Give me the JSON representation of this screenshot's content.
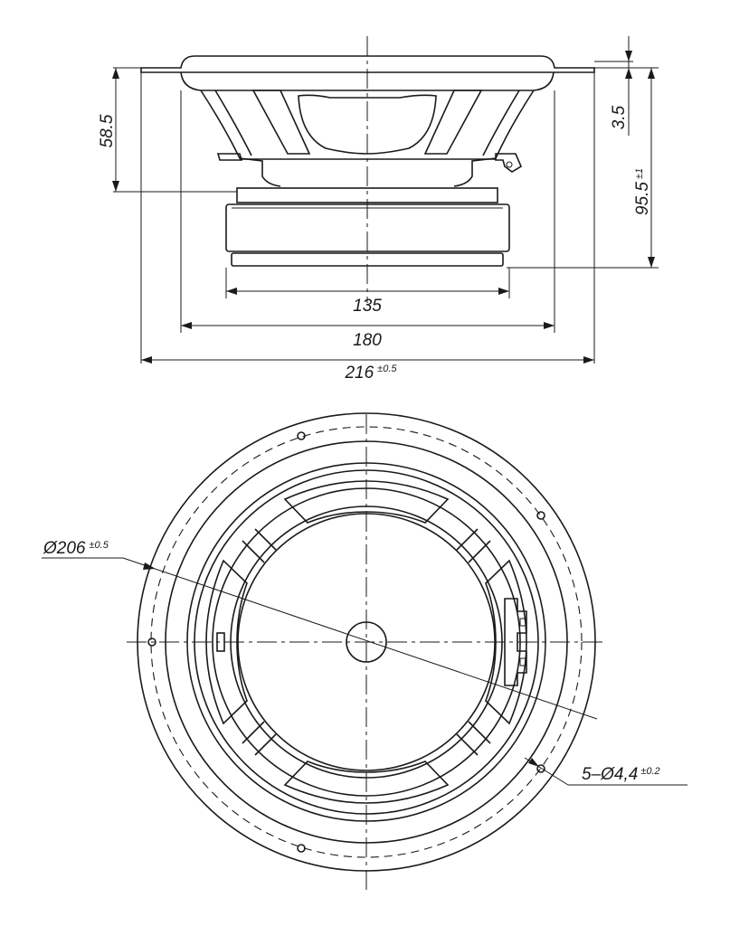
{
  "side_view": {
    "dim_58_5": "58.5",
    "dim_3_5": "3.5",
    "dim_95_5": "95.5",
    "dim_95_5_tol": "±1",
    "dim_135": "135",
    "dim_180": "180",
    "dim_216": "216",
    "dim_216_tol": "±0.5"
  },
  "front_view": {
    "dim_206": "Ø206",
    "dim_206_tol": "±0.5",
    "dim_holes": "5–Ø4,4",
    "dim_holes_tol": "±0.2"
  }
}
